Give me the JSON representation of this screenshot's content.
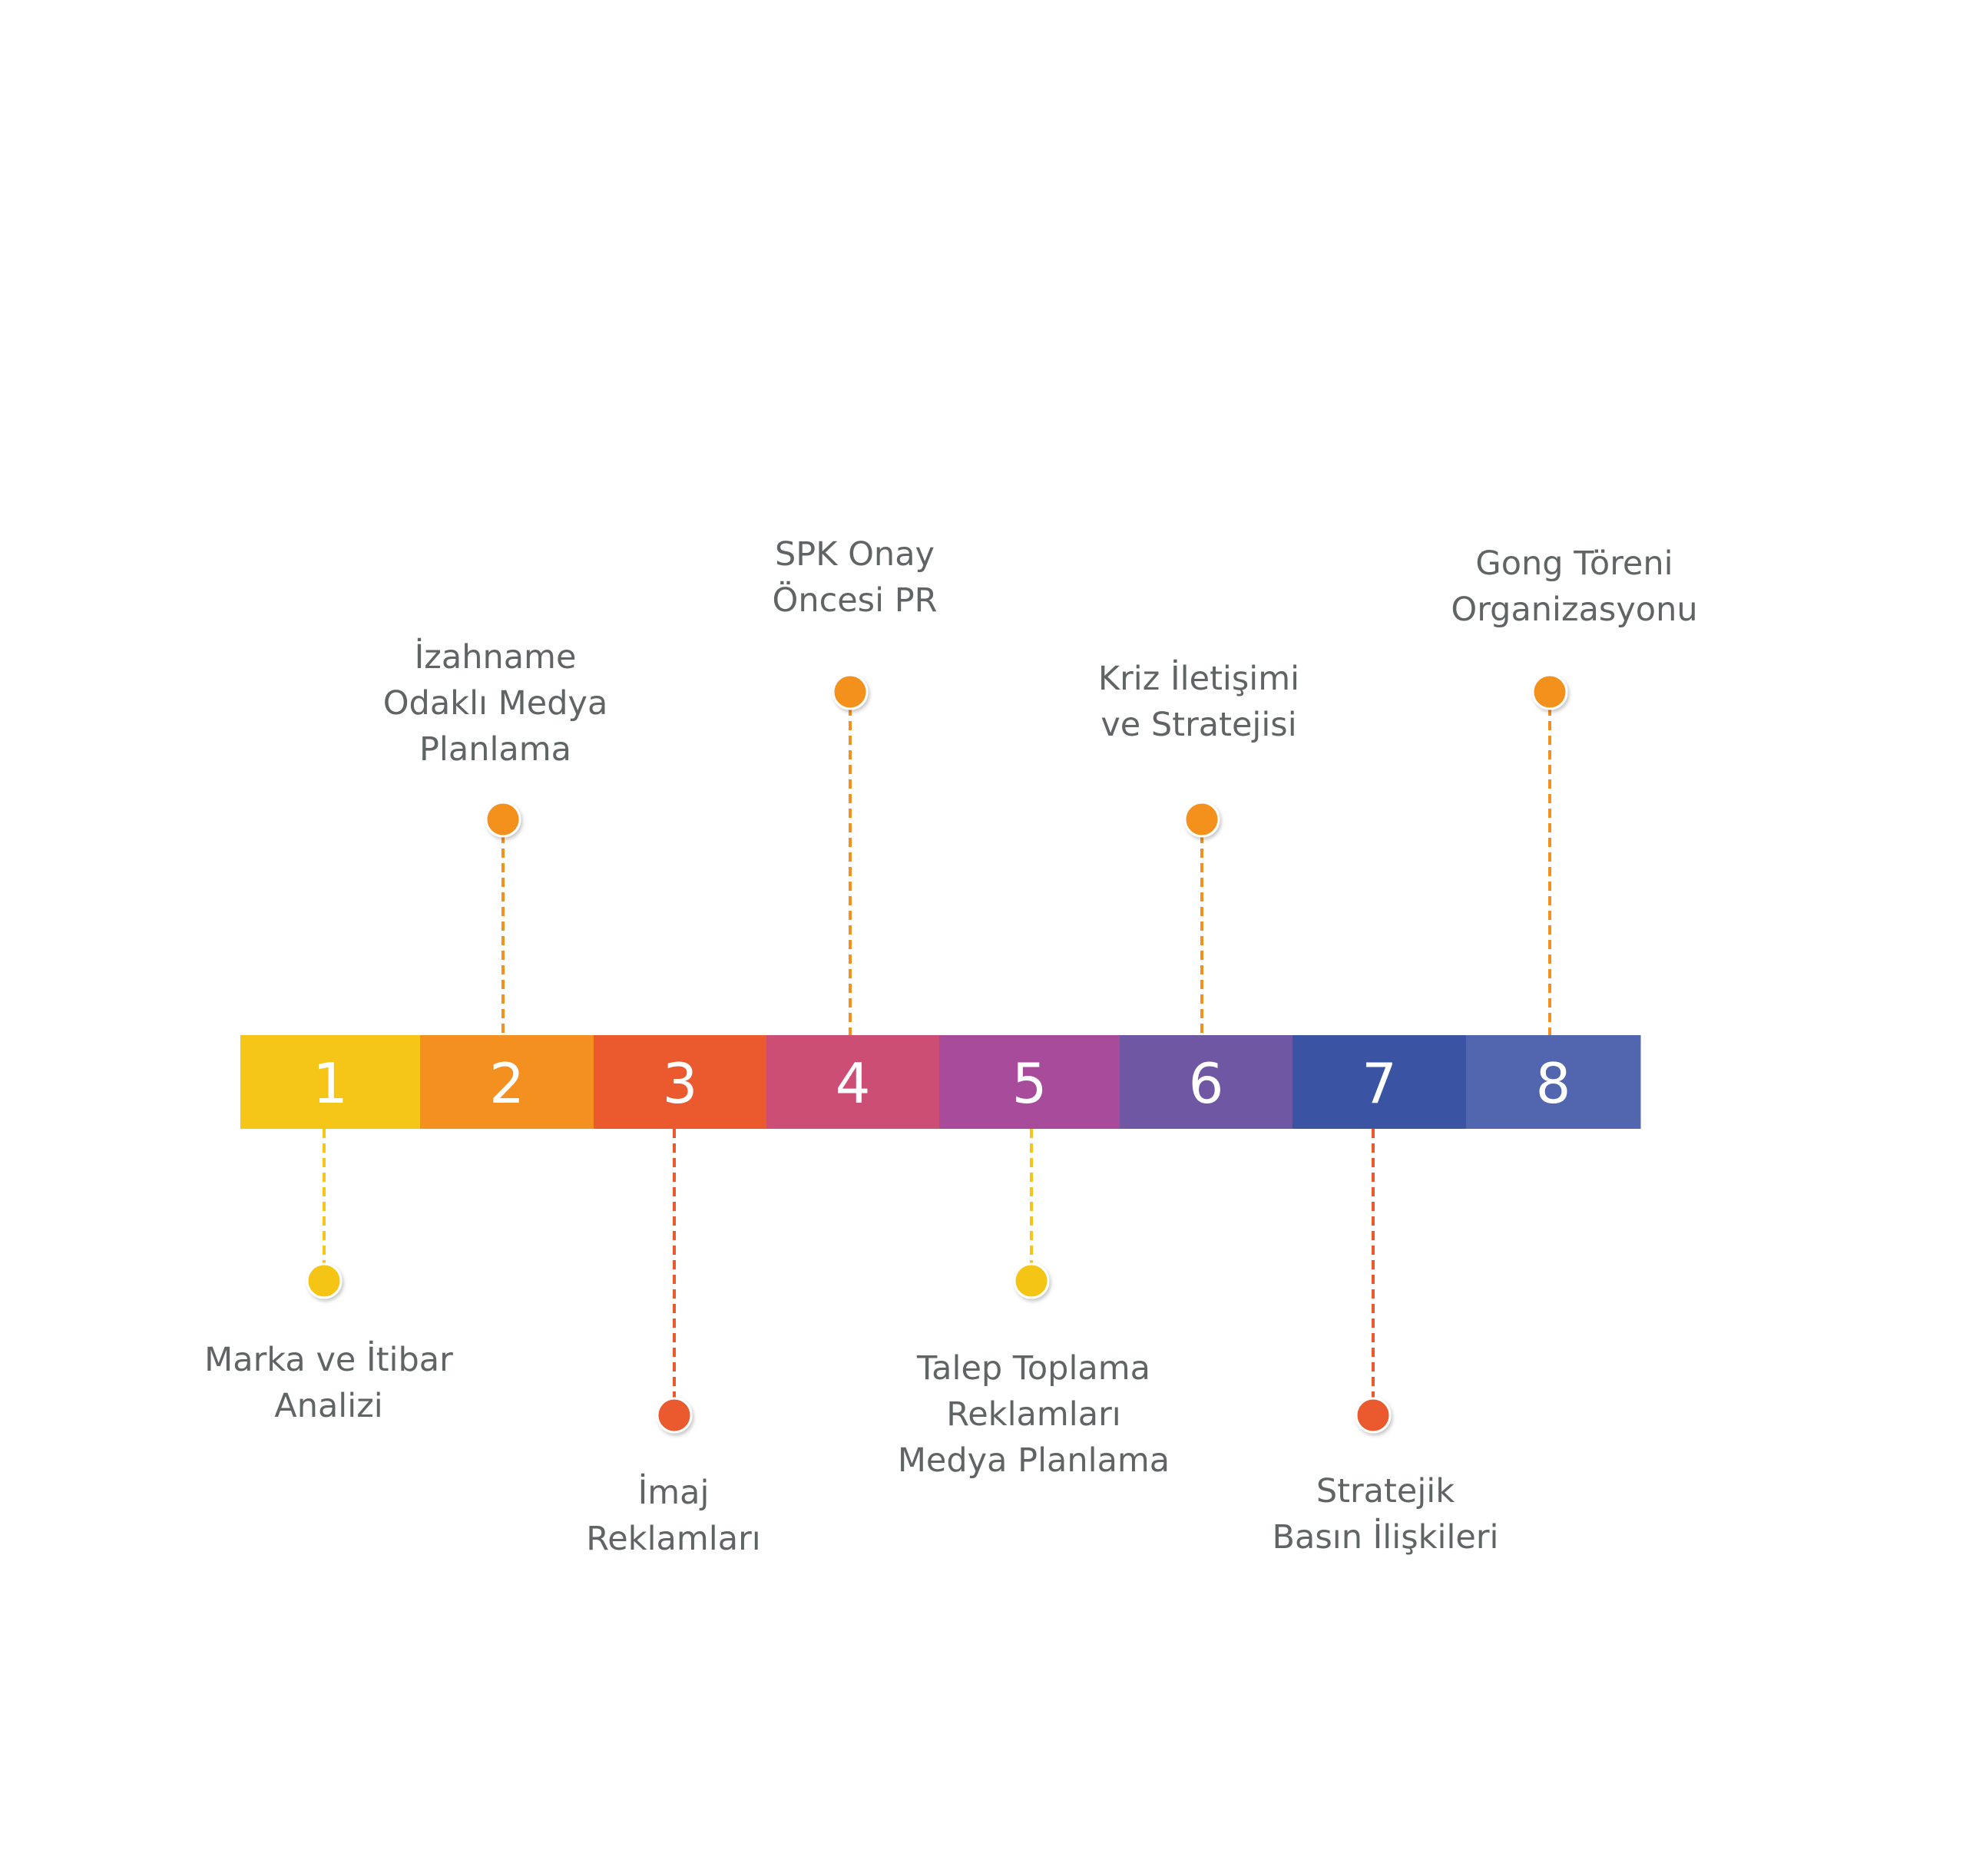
{
  "steps": [
    {
      "number": "1",
      "color": "#F5C518",
      "dot_color": "#F5C518",
      "position": "below",
      "label": [
        "Marka ve İtibar",
        "Analizi"
      ]
    },
    {
      "number": "2",
      "color": "#F4901F",
      "dot_color": "#F4901F",
      "position": "above",
      "label": [
        "İzahname",
        "Odaklı Medya",
        "Planlama"
      ]
    },
    {
      "number": "3",
      "color": "#EB5A2F",
      "dot_color": "#EB5A2F",
      "position": "below",
      "label": [
        "İmaj",
        "Reklamları"
      ]
    },
    {
      "number": "4",
      "color": "#CD4E74",
      "dot_color": "#F4901F",
      "position": "above",
      "label": [
        "SPK Onay",
        "Öncesi PR"
      ]
    },
    {
      "number": "5",
      "color": "#A94B9B",
      "dot_color": "#F5C518",
      "position": "below",
      "label": [
        "Talep Toplama",
        "Reklamları",
        "Medya Planlama"
      ]
    },
    {
      "number": "6",
      "color": "#7057A3",
      "dot_color": "#F4901F",
      "position": "above",
      "label": [
        "Kriz İletişimi",
        "ve  Stratejisi"
      ]
    },
    {
      "number": "7",
      "color": "#3A53A2",
      "dot_color": "#EB5A2F",
      "position": "below",
      "label": [
        "Stratejik",
        "Basın  İlişkileri"
      ]
    },
    {
      "number": "8",
      "color": "#5166AF",
      "dot_color": "#F4901F",
      "position": "above",
      "label": [
        "Gong Töreni",
        "Organizasyonu"
      ]
    }
  ]
}
